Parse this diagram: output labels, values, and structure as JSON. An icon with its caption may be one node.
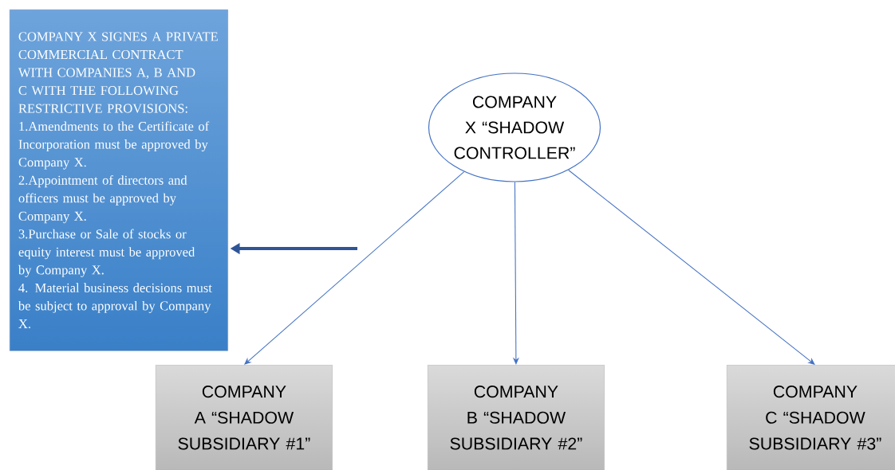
{
  "diagram": {
    "nodes": [
      {
        "text": [
          "COMPANY X SIGNES A PRIVATE COMMERCIAL CONTRACT WITH COMPANIES A, B AND C WITH THE FOLLOWING RESTRICTIVE PROVISIONS:",
          "1.Amendments to the Certificate of Incorporation must be approved by Company X.",
          "2.Appointment of directors and officers must be approved by Company X.",
          "3.Purchase or Sale of stocks or equity interest must be approved by Company X.",
          "4. Material business decisions must be subject to approval by Company X."
        ]
      },
      {
        "text": [
          "COMPANY X “SHADOW CONTROLLER”"
        ]
      },
      {
        "text": [
          "COMPANY A “SHADOW SUBSIDIARY #1”"
        ]
      },
      {
        "text": [
          "COMPANY B “SHADOW SUBSIDIARY #2”"
        ]
      },
      {
        "text": [
          "COMPANY C “SHADOW SUBSIDIARY #3”"
        ]
      }
    ],
    "edges": [
      {
        "from": 1,
        "to": 2,
        "arrow": "to"
      },
      {
        "from": 1,
        "to": 3,
        "arrow": "to"
      },
      {
        "from": 1,
        "to": 4,
        "arrow": "to"
      },
      {
        "from": null,
        "to": 0,
        "arrow": "to",
        "style": "thick",
        "color": "#2f5597"
      }
    ]
  }
}
